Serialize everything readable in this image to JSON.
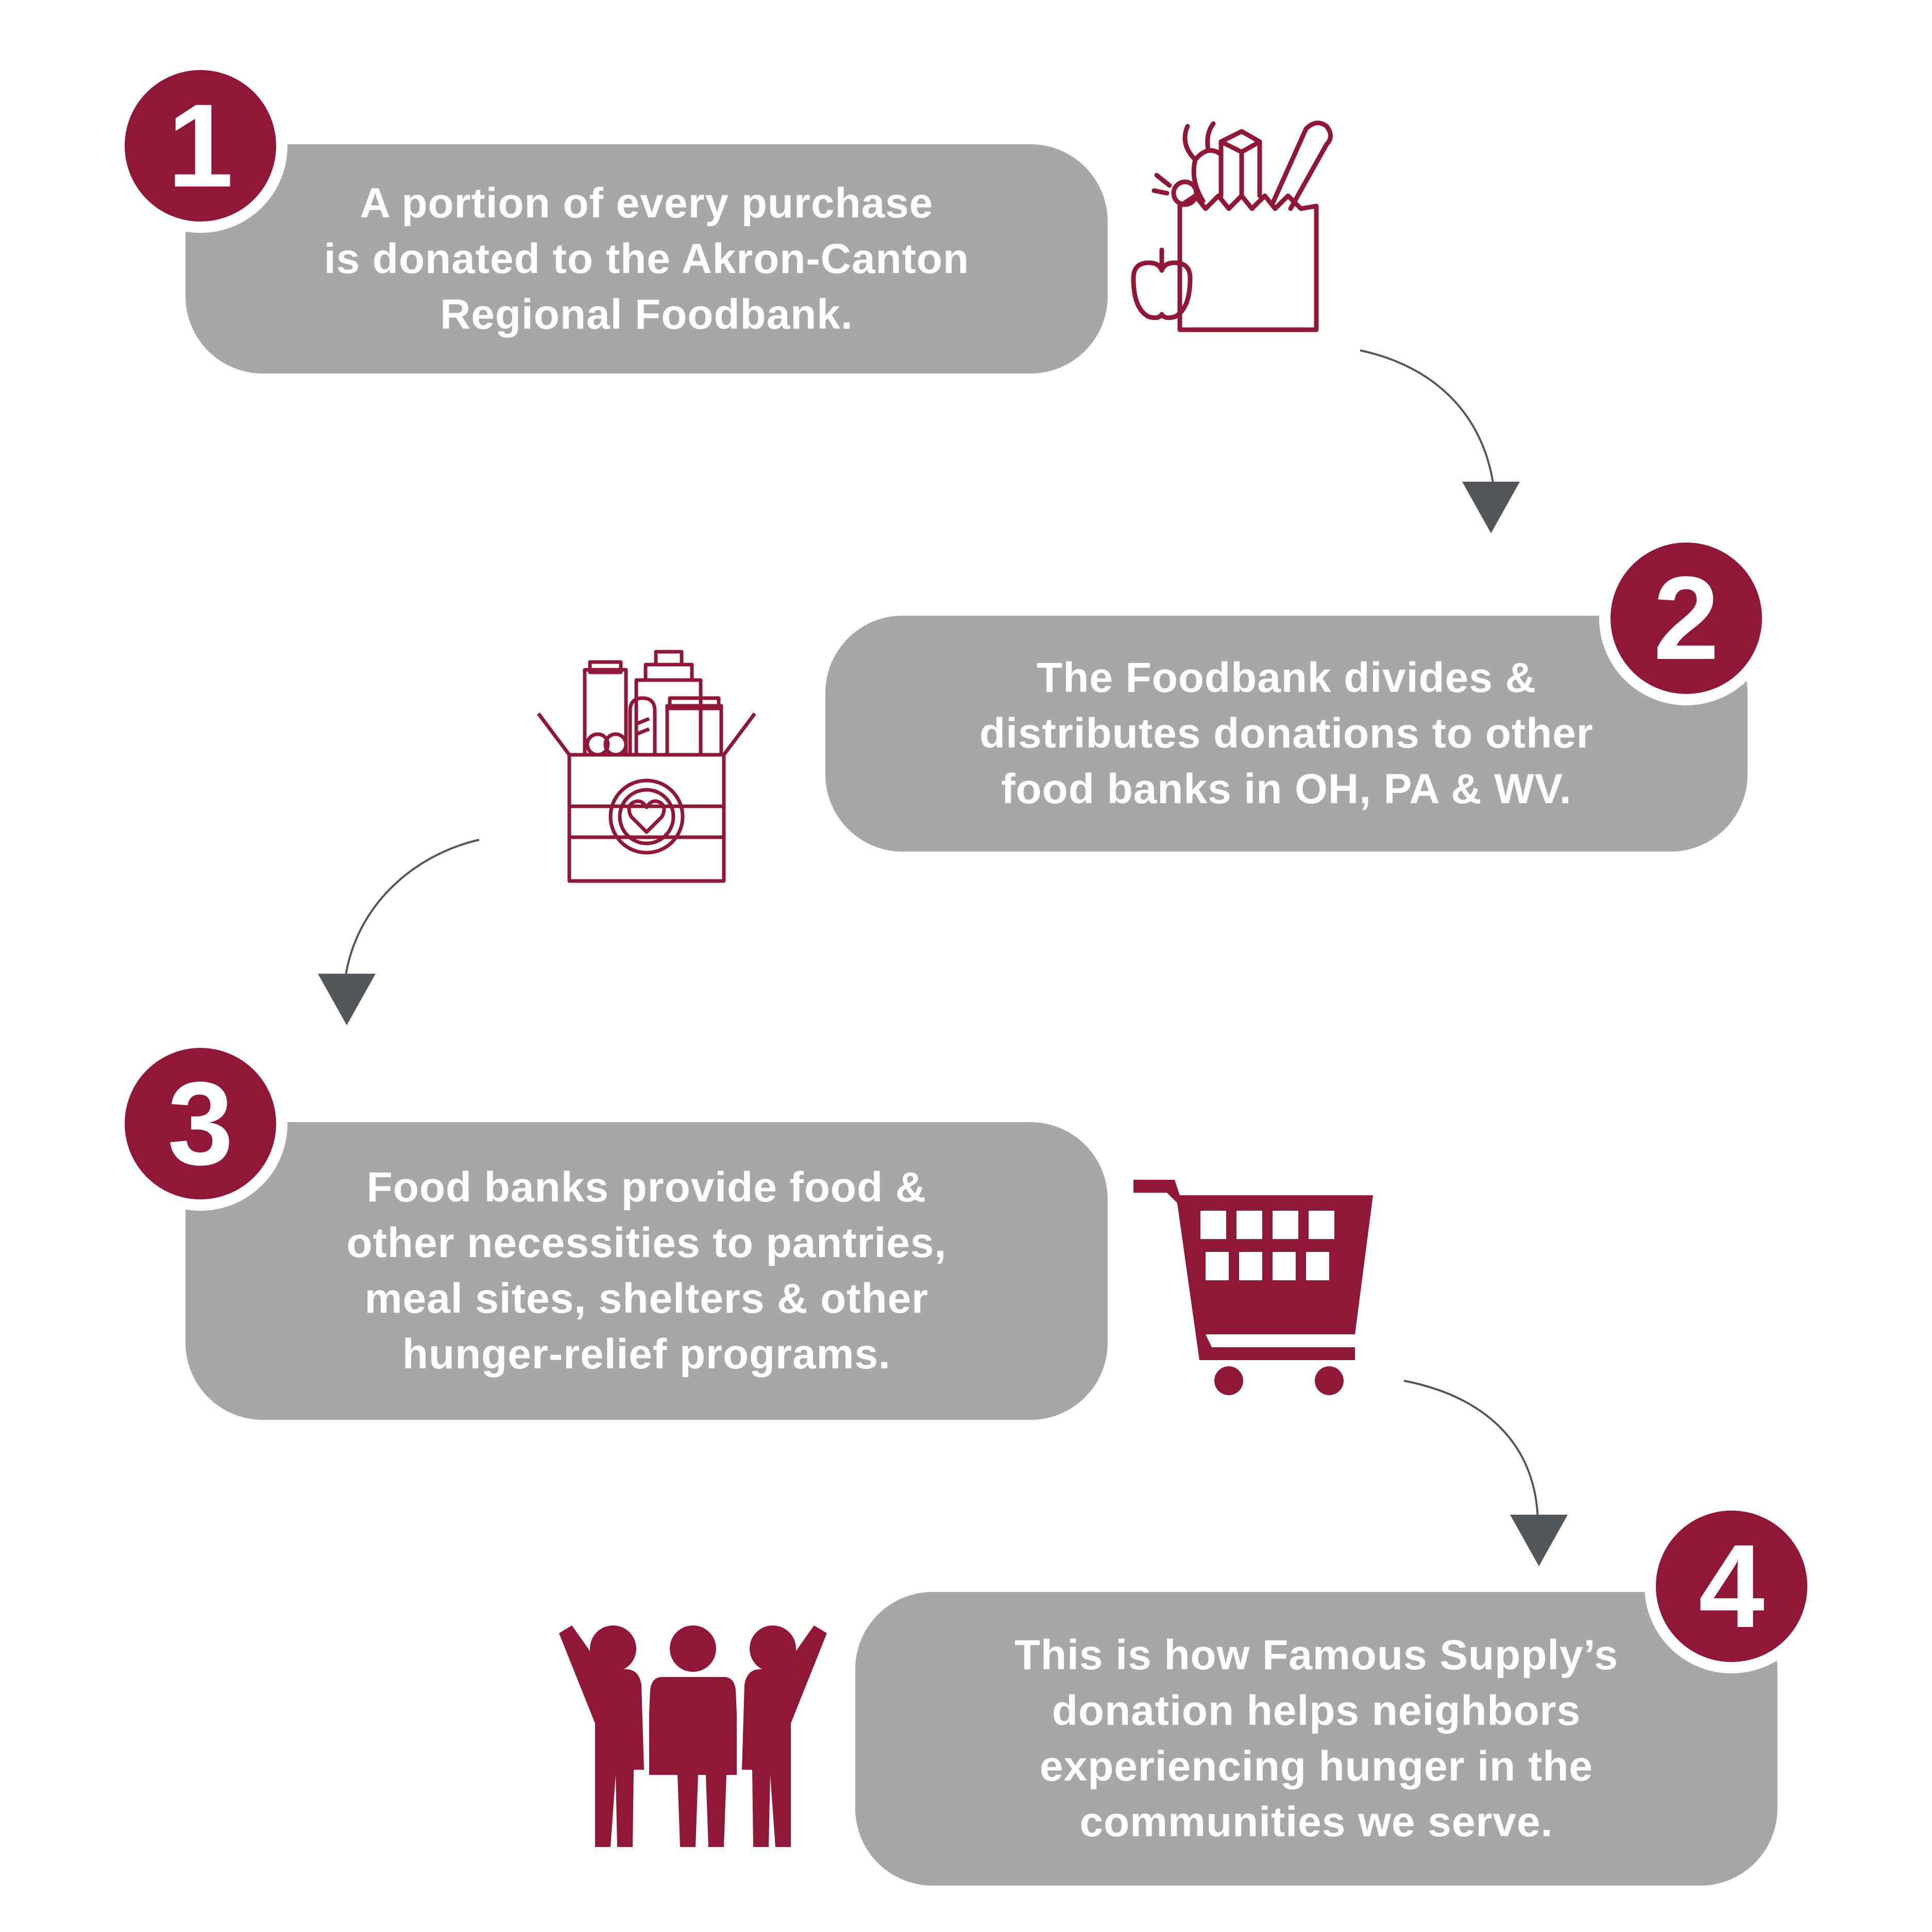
{
  "steps": [
    {
      "number": "1",
      "text": "A portion of every purchase\nis donated to the Akron-Canton\nRegional Foodbank."
    },
    {
      "number": "2",
      "text": "The Foodbank divides &\ndistributes donations to other\nfood banks in OH, PA & WV."
    },
    {
      "number": "3",
      "text": "Food banks provide food &\nother necessities to pantries,\nmeal sites, shelters & other\nhunger-relief programs."
    },
    {
      "number": "4",
      "text": "This is how Famous Supply’s\ndonation helps neighbors\nexperiencing hunger in the\ncommunities we serve."
    }
  ],
  "icons": [
    "grocery-bag-icon",
    "donation-box-icon",
    "shopping-cart-icon",
    "people-group-icon"
  ],
  "colors": {
    "accent": "#8f1838",
    "box": "#a7a7a8",
    "arrow": "#54575a",
    "text": "#ffffff"
  }
}
